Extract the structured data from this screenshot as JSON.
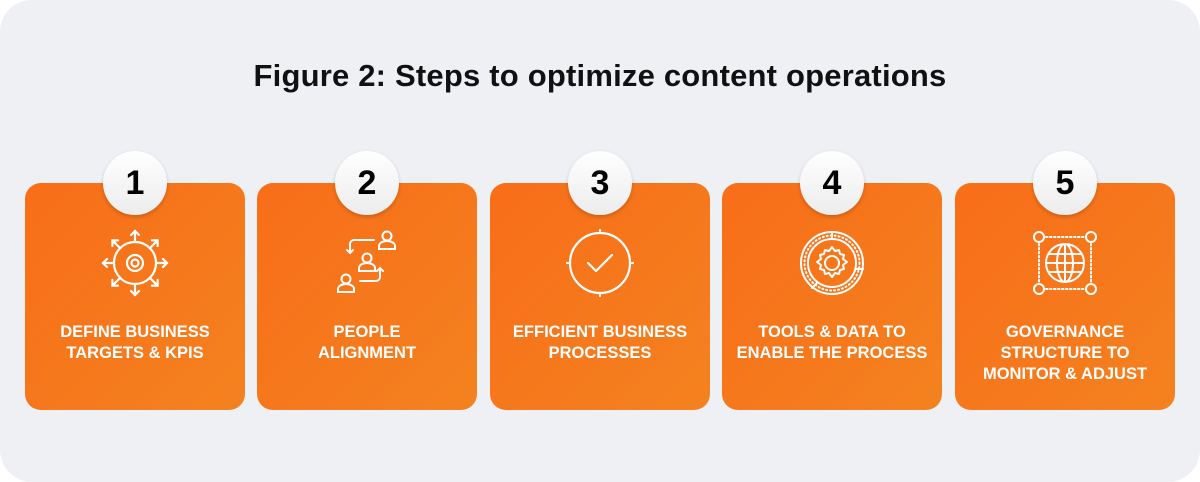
{
  "title": "Figure 2: Steps to optimize content operations",
  "colors": {
    "card_start": "#f86d19",
    "card_end": "#f4821f",
    "background": "#eff0f4"
  },
  "steps": [
    {
      "number": "1",
      "icon": "target-arrows-icon",
      "lines": [
        "DEFINE BUSINESS",
        "TARGETS & KPIS"
      ]
    },
    {
      "number": "2",
      "icon": "people-alignment-icon",
      "lines": [
        "PEOPLE",
        "ALIGNMENT"
      ]
    },
    {
      "number": "3",
      "icon": "check-circle-icon",
      "lines": [
        "EFFICIENT BUSINESS",
        "PROCESSES"
      ]
    },
    {
      "number": "4",
      "icon": "gear-dial-icon",
      "lines": [
        "TOOLS & DATA TO",
        "ENABLE THE PROCESS"
      ]
    },
    {
      "number": "5",
      "icon": "globe-frame-icon",
      "lines": [
        "GOVERNANCE",
        "STRUCTURE TO",
        "MONITOR & ADJUST"
      ]
    }
  ]
}
